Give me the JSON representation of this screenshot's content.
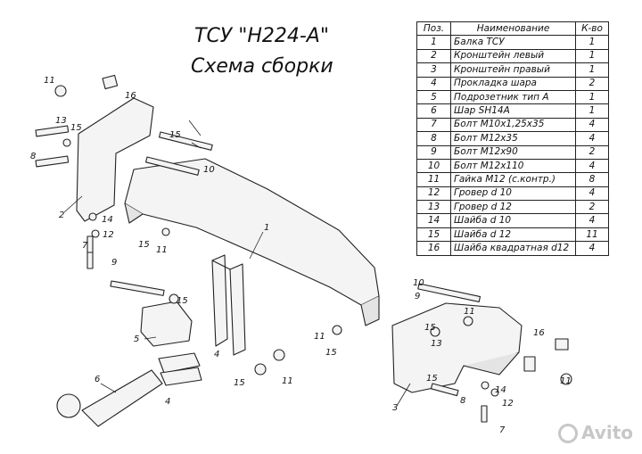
{
  "title": {
    "line1": "ТСУ \"H224-A\"",
    "line2": "Схема сборки"
  },
  "table": {
    "headers": [
      "Поз.",
      "Наименование",
      "К-во"
    ],
    "rows": [
      {
        "pos": "1",
        "name": "Балка ТСУ",
        "qty": "1"
      },
      {
        "pos": "2",
        "name": "Кронштейн левый",
        "qty": "1"
      },
      {
        "pos": "3",
        "name": "Кронштейн правый",
        "qty": "1"
      },
      {
        "pos": "4",
        "name": "Прокладка шара",
        "qty": "2"
      },
      {
        "pos": "5",
        "name": "Подрозетник тип А",
        "qty": "1"
      },
      {
        "pos": "6",
        "name": "Шар SH14A",
        "qty": "1"
      },
      {
        "pos": "7",
        "name": "Болт М10х1,25х35",
        "qty": "4"
      },
      {
        "pos": "8",
        "name": "Болт М12х35",
        "qty": "4"
      },
      {
        "pos": "9",
        "name": "Болт М12х90",
        "qty": "2"
      },
      {
        "pos": "10",
        "name": "Болт М12х110",
        "qty": "4"
      },
      {
        "pos": "11",
        "name": "Гайка М12 (с.контр.)",
        "qty": "8"
      },
      {
        "pos": "12",
        "name": "Гровер d 10",
        "qty": "4"
      },
      {
        "pos": "13",
        "name": "Гровер d 12",
        "qty": "2"
      },
      {
        "pos": "14",
        "name": "Шайба d 10",
        "qty": "4"
      },
      {
        "pos": "15",
        "name": "Шайба d 12",
        "qty": "11"
      },
      {
        "pos": "16",
        "name": "Шайба квадратная d12",
        "qty": "4"
      }
    ]
  },
  "callouts": {
    "c1": "1",
    "c2": "2",
    "c3": "3",
    "c4a": "4",
    "c4b": "4",
    "c5": "5",
    "c6": "6",
    "c7a": "7",
    "c7b": "7",
    "c8a": "8",
    "c8b": "8",
    "c9a": "9",
    "c9b": "9",
    "c10a": "10",
    "c10b": "10",
    "c11a": "11",
    "c11b": "11",
    "c11c": "11",
    "c11d": "11",
    "c11e": "11",
    "c11f": "11",
    "c12a": "12",
    "c12b": "12",
    "c13a": "13",
    "c13b": "13",
    "c14a": "14",
    "c14b": "14",
    "c15a": "15",
    "c15b": "15",
    "c15c": "15",
    "c15d": "15",
    "c15e": "15",
    "c15f": "15",
    "c15g": "15",
    "c15h": "15",
    "c16a": "16",
    "c16b": "16"
  },
  "watermark": "Avito"
}
